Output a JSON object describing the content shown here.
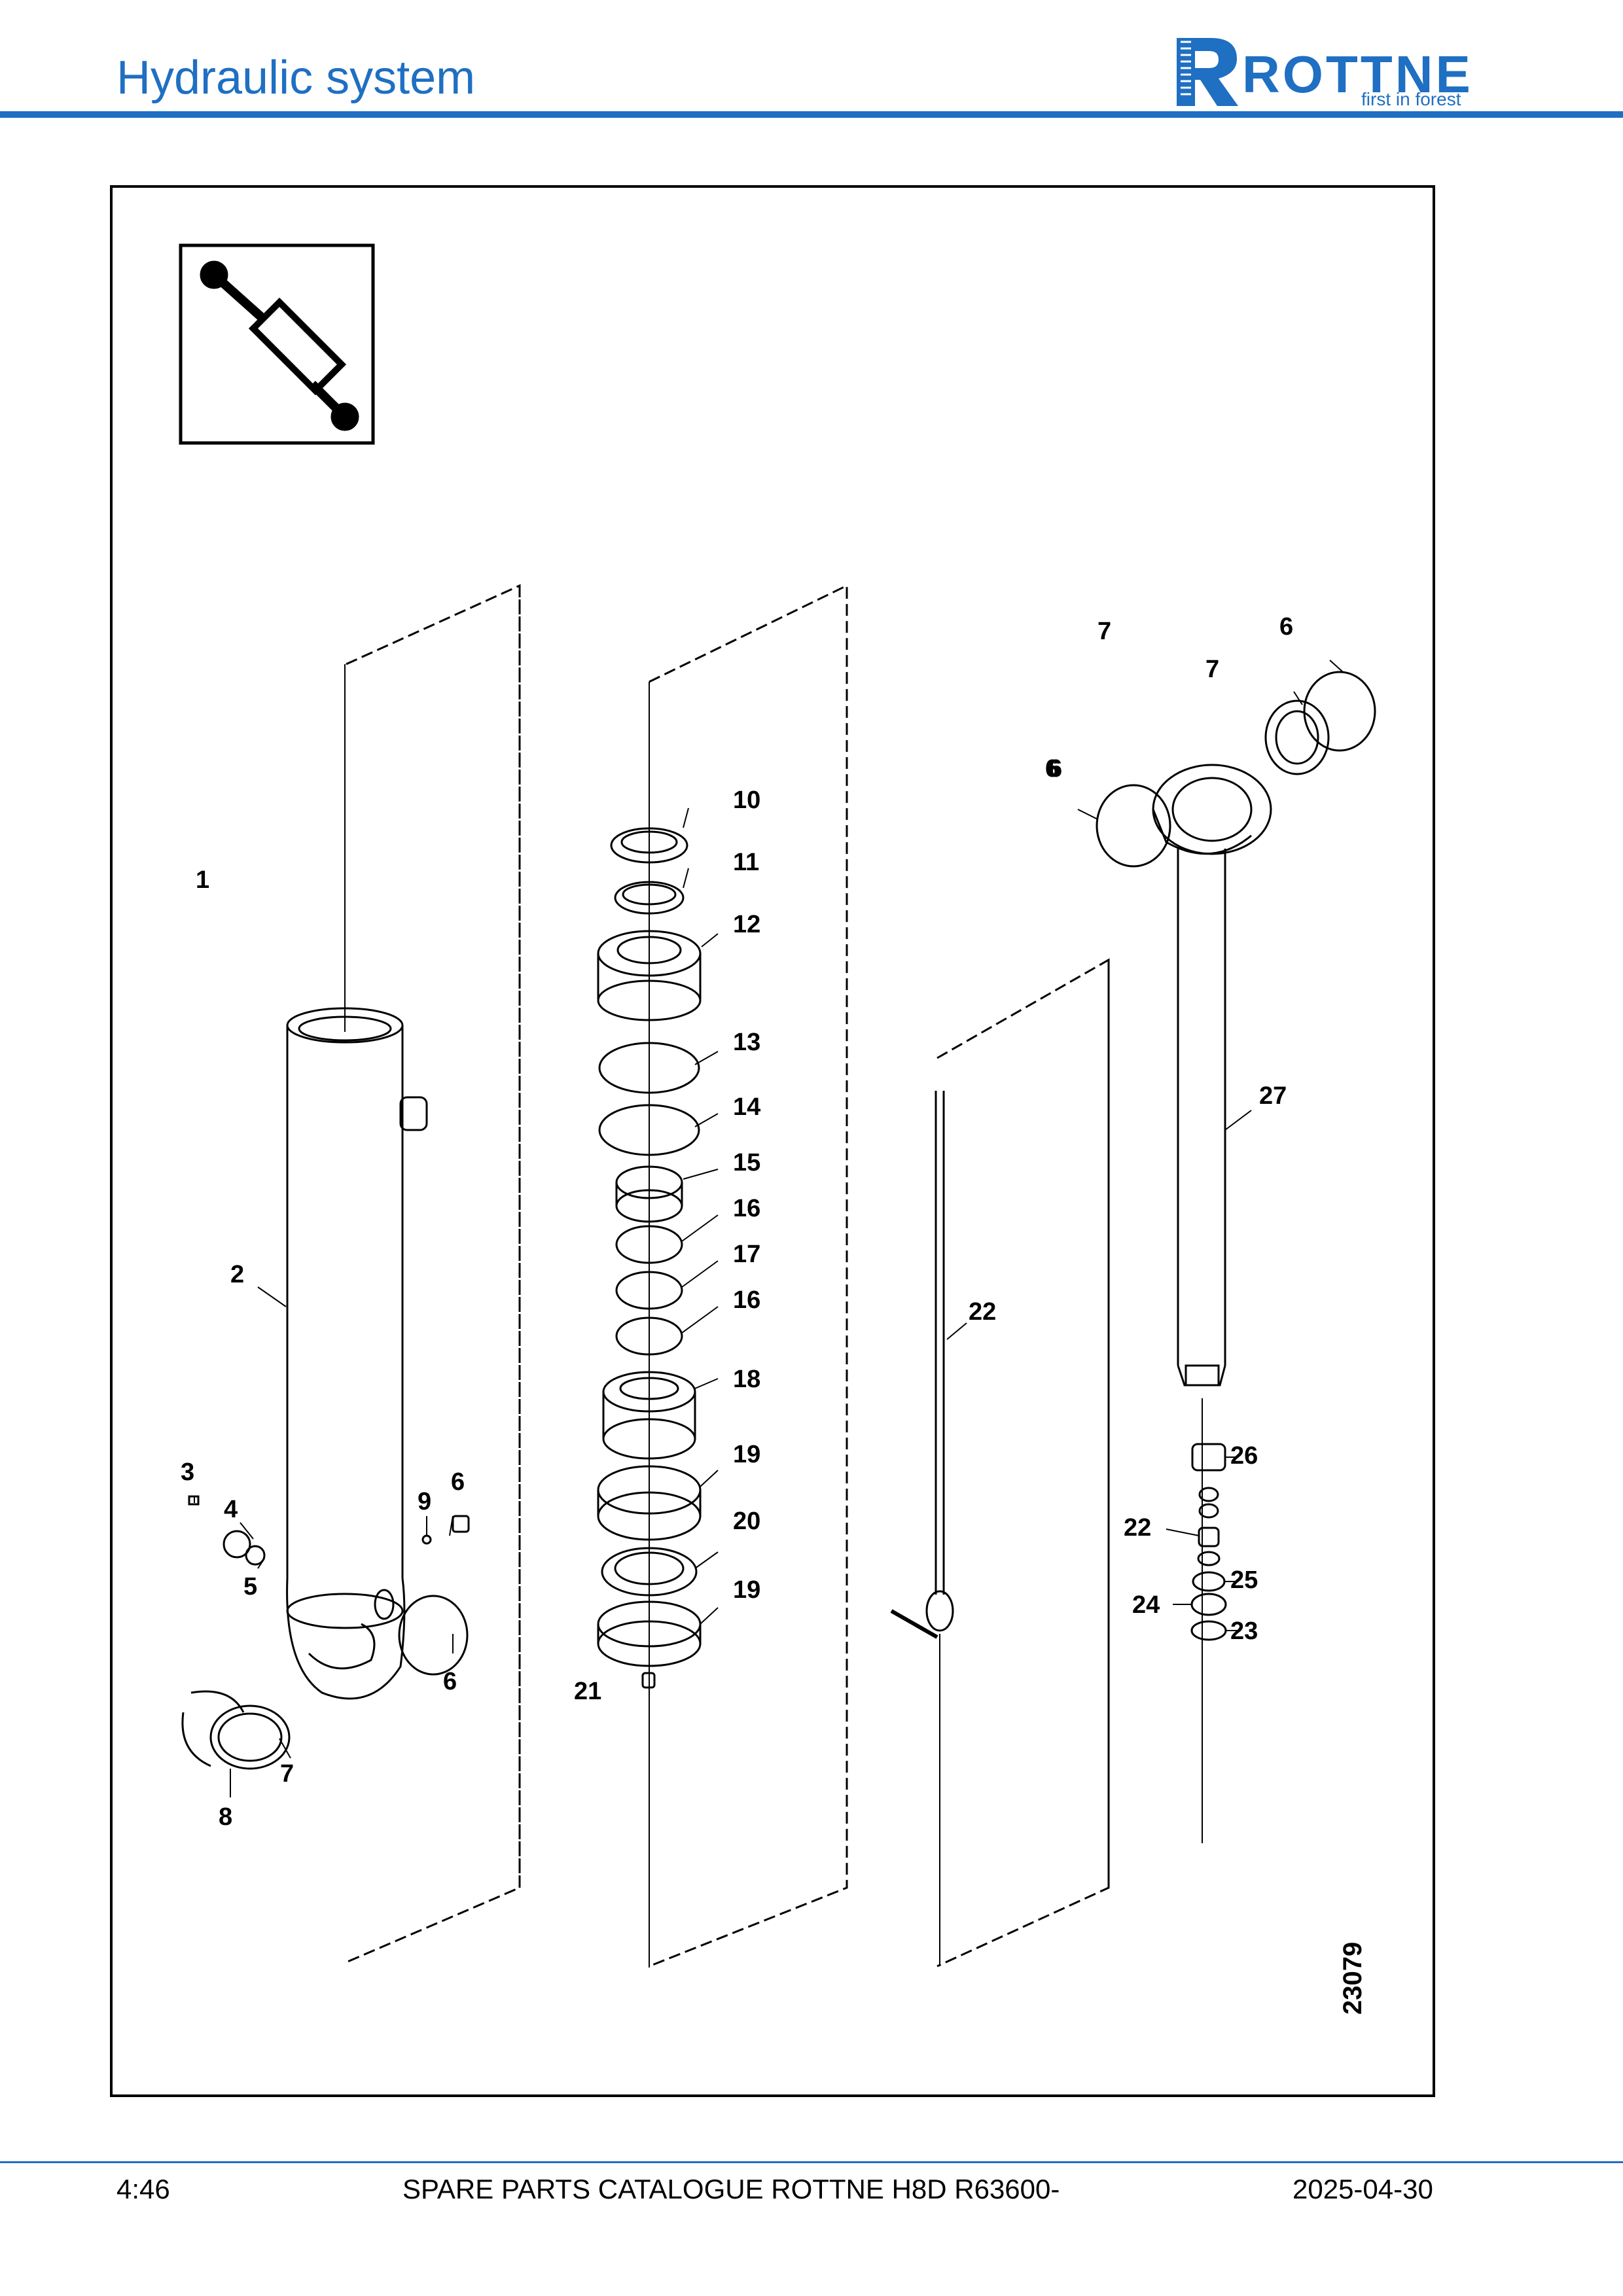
{
  "header": {
    "title": "Hydraulic system"
  },
  "logo": {
    "brand": "ROTTNE",
    "tagline": "first in forest",
    "color": "#1f6fc2"
  },
  "drawing": {
    "figure_number": "23079",
    "icon": "hydraulic-cylinder-icon",
    "callouts": [
      "1",
      "2",
      "3",
      "4",
      "5",
      "6",
      "7",
      "8",
      "9",
      "6",
      "7",
      "6",
      "10",
      "11",
      "12",
      "13",
      "14",
      "15",
      "16",
      "17",
      "16",
      "18",
      "19",
      "20",
      "19",
      "21",
      "22",
      "6",
      "7",
      "6",
      "27",
      "26",
      "22",
      "25",
      "24",
      "23"
    ]
  },
  "footer": {
    "page": "4:46",
    "catalogue": "SPARE PARTS CATALOGUE ROTTNE H8D R63600-",
    "date": "2025-04-30"
  }
}
